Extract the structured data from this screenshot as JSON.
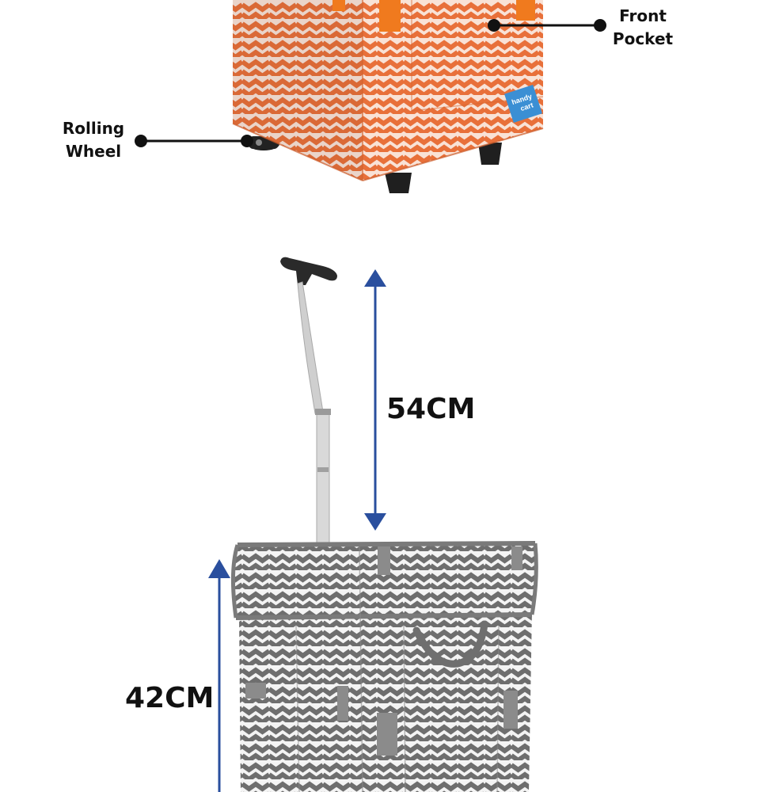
{
  "callouts": {
    "front_pocket": {
      "line1": "Front",
      "line2": "Pocket"
    },
    "rolling_wheel": {
      "line1": "Rolling",
      "line2": "Wheel"
    }
  },
  "dimensions": {
    "handle_height": "54CM",
    "bag_height": "42CM"
  },
  "brand_tag": {
    "line1": "handy",
    "line2": "cart"
  },
  "colors": {
    "orange_bag": "#e8703a",
    "orange_light": "#f6d3c0",
    "gray_bag": "#6b6b6b",
    "gray_light": "#f3f3f3",
    "arrow_blue": "#2a4f9e",
    "callout_line": "#111111",
    "tag_blue": "#3b8fd4"
  }
}
